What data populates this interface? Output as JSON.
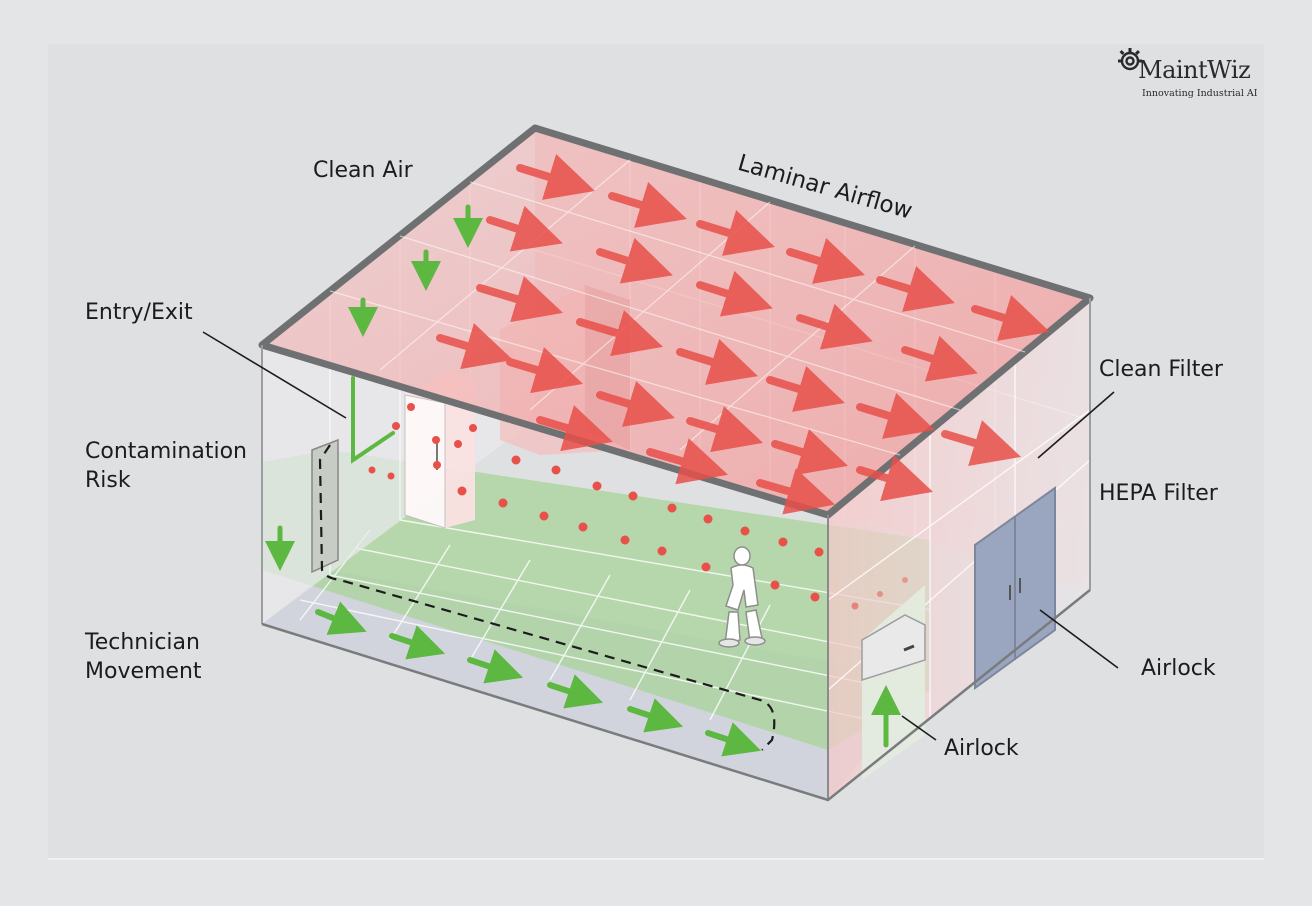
{
  "brand": {
    "name": "MaintWiz",
    "tagline": "Innovating Industrial AI",
    "icon": "gear-icon"
  },
  "labels": {
    "laminar_airflow": "Laminar Airflow",
    "clean_air": "Clean Air",
    "entry_exit": "Entry/Exit",
    "contamination_risk": "Contamination\nRisk",
    "technician_movement": "Technician\nMovement",
    "clean_filter": "Clean Filter",
    "hepa_filter": "HEPA Filter",
    "airlock_right": "Airlock",
    "airlock_front": "Airlock"
  },
  "colors": {
    "airflow_red": "#e8504a",
    "clean_green": "#5cb840",
    "frame_gray": "#6f7072",
    "floor_green": "#a8d49a",
    "door_blue": "#9aa6c0"
  }
}
